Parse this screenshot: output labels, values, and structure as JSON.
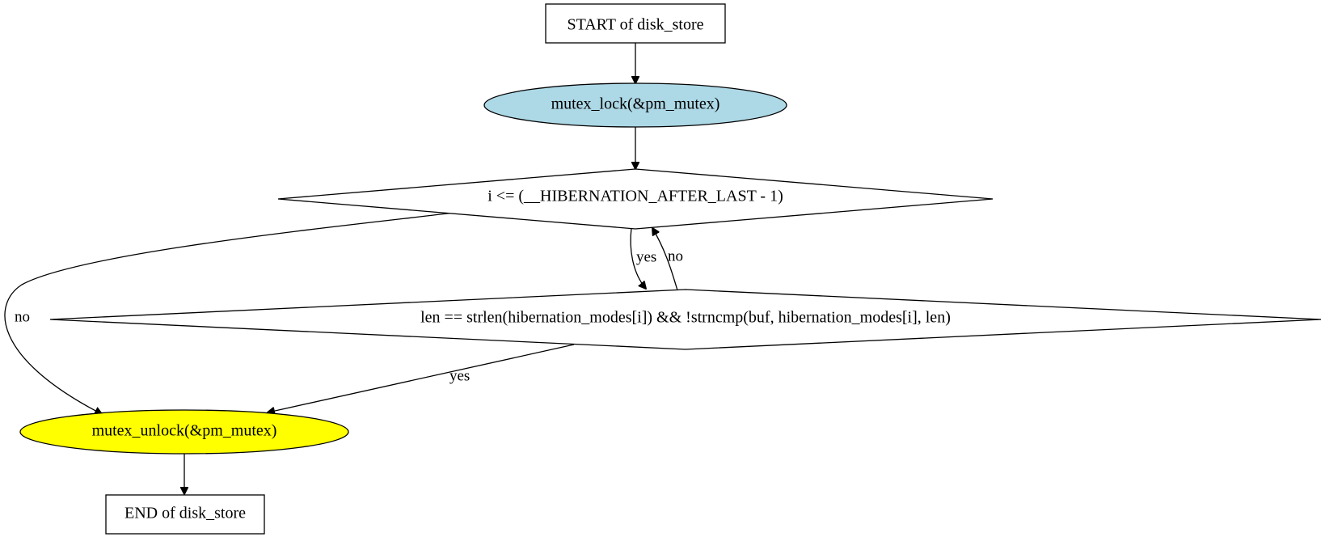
{
  "diagram": {
    "nodes": {
      "start": {
        "label": "START of disk_store",
        "shape": "box",
        "fill": "#ffffff"
      },
      "lock": {
        "label": "mutex_lock(&pm_mutex)",
        "shape": "ellipse",
        "fill": "#add8e6"
      },
      "loop_cond": {
        "label": "i <= (__HIBERNATION_AFTER_LAST - 1)",
        "shape": "diamond",
        "fill": "#ffffff"
      },
      "match_cond": {
        "label": "len == strlen(hibernation_modes[i]) && !strncmp(buf, hibernation_modes[i], len)",
        "shape": "diamond",
        "fill": "#ffffff"
      },
      "unlock": {
        "label": "mutex_unlock(&pm_mutex)",
        "shape": "ellipse",
        "fill": "#ffff00"
      },
      "end": {
        "label": "END of disk_store",
        "shape": "box",
        "fill": "#ffffff"
      }
    },
    "edges": {
      "start_to_lock": {
        "from": "start",
        "to": "lock",
        "label": ""
      },
      "lock_to_loop": {
        "from": "lock",
        "to": "loop_cond",
        "label": ""
      },
      "loop_to_match": {
        "from": "loop_cond",
        "to": "match_cond",
        "label": "yes"
      },
      "match_to_loop": {
        "from": "match_cond",
        "to": "loop_cond",
        "label": "no"
      },
      "loop_to_unlock": {
        "from": "loop_cond",
        "to": "unlock",
        "label": "no"
      },
      "match_to_unlock": {
        "from": "match_cond",
        "to": "unlock",
        "label": "yes"
      },
      "unlock_to_end": {
        "from": "unlock",
        "to": "end",
        "label": ""
      }
    }
  }
}
